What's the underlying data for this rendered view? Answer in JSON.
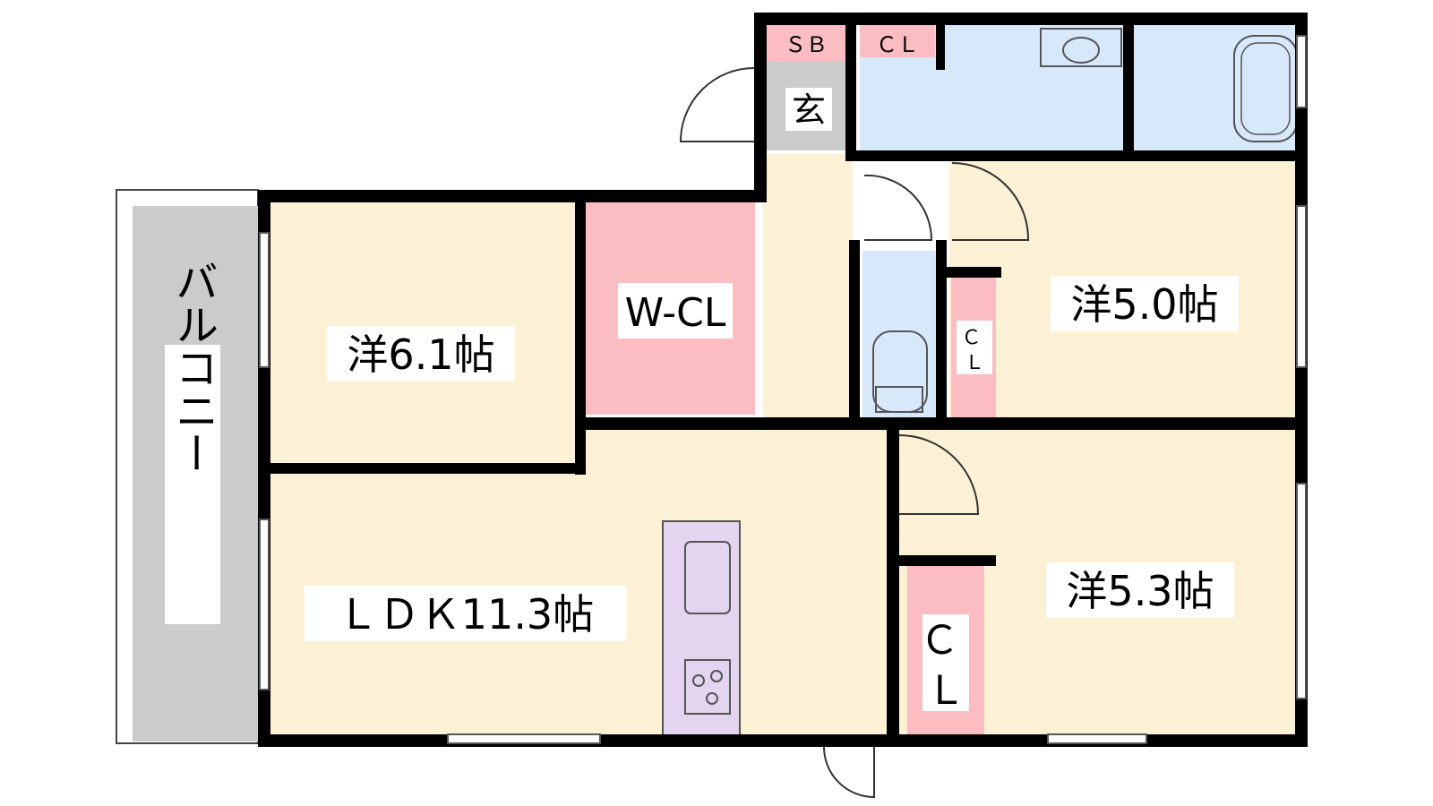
{
  "rooms": {
    "balcony": "バルコニー",
    "western_1": "洋6.1帖",
    "walk_in_closet": "W-CL",
    "entrance": "玄",
    "shoe_box": "ＳＢ",
    "closet_top": "ＣＬ",
    "western_2": "洋5.0帖",
    "closet_small": "Ｃ\nＬ",
    "ldk": "ＬＤＫ11.3帖",
    "western_3": "洋5.3帖",
    "closet_large": "Ｃ\nＬ"
  },
  "colors": {
    "room": "#fcf1d4",
    "closet": "#fbbdc2",
    "wet": "#d8e8fb",
    "entrance": "#cbcbcb",
    "balcony": "#cbcbcb",
    "kitchen": "#e3d4f0",
    "wall": "#000000"
  }
}
